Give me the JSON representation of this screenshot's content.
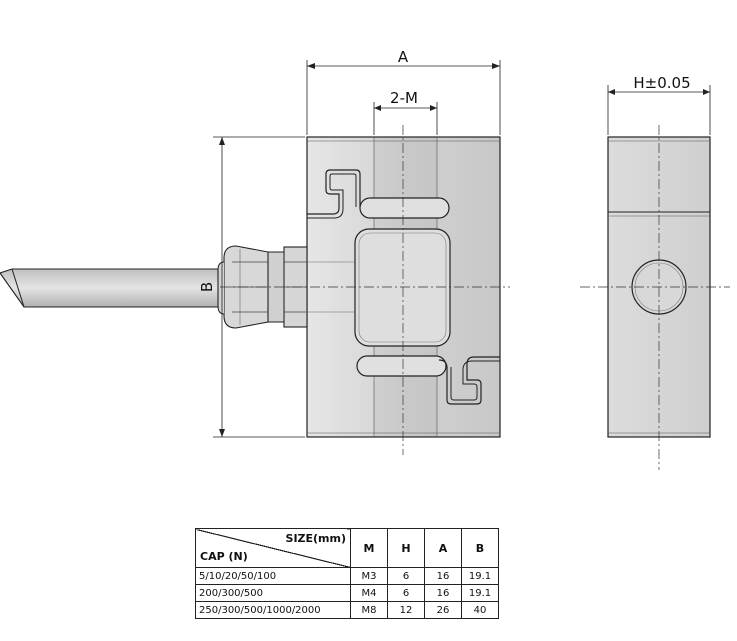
{
  "drawing": {
    "dim_A": "A",
    "dim_2M": "2-M",
    "dim_B": "B",
    "dim_H": "H±0.05"
  },
  "table": {
    "header_size": "SIZE(mm)",
    "header_cap": "CAP (N)",
    "columns": [
      "M",
      "H",
      "A",
      "B"
    ],
    "rows": [
      {
        "cap": "5/10/20/50/100",
        "M": "M3",
        "H": "6",
        "A": "16",
        "B": "19.1"
      },
      {
        "cap": "200/300/500",
        "M": "M4",
        "H": "6",
        "A": "16",
        "B": "19.1"
      },
      {
        "cap": "250/300/500/1000/2000",
        "M": "M8",
        "H": "12",
        "A": "26",
        "B": "40"
      }
    ]
  }
}
